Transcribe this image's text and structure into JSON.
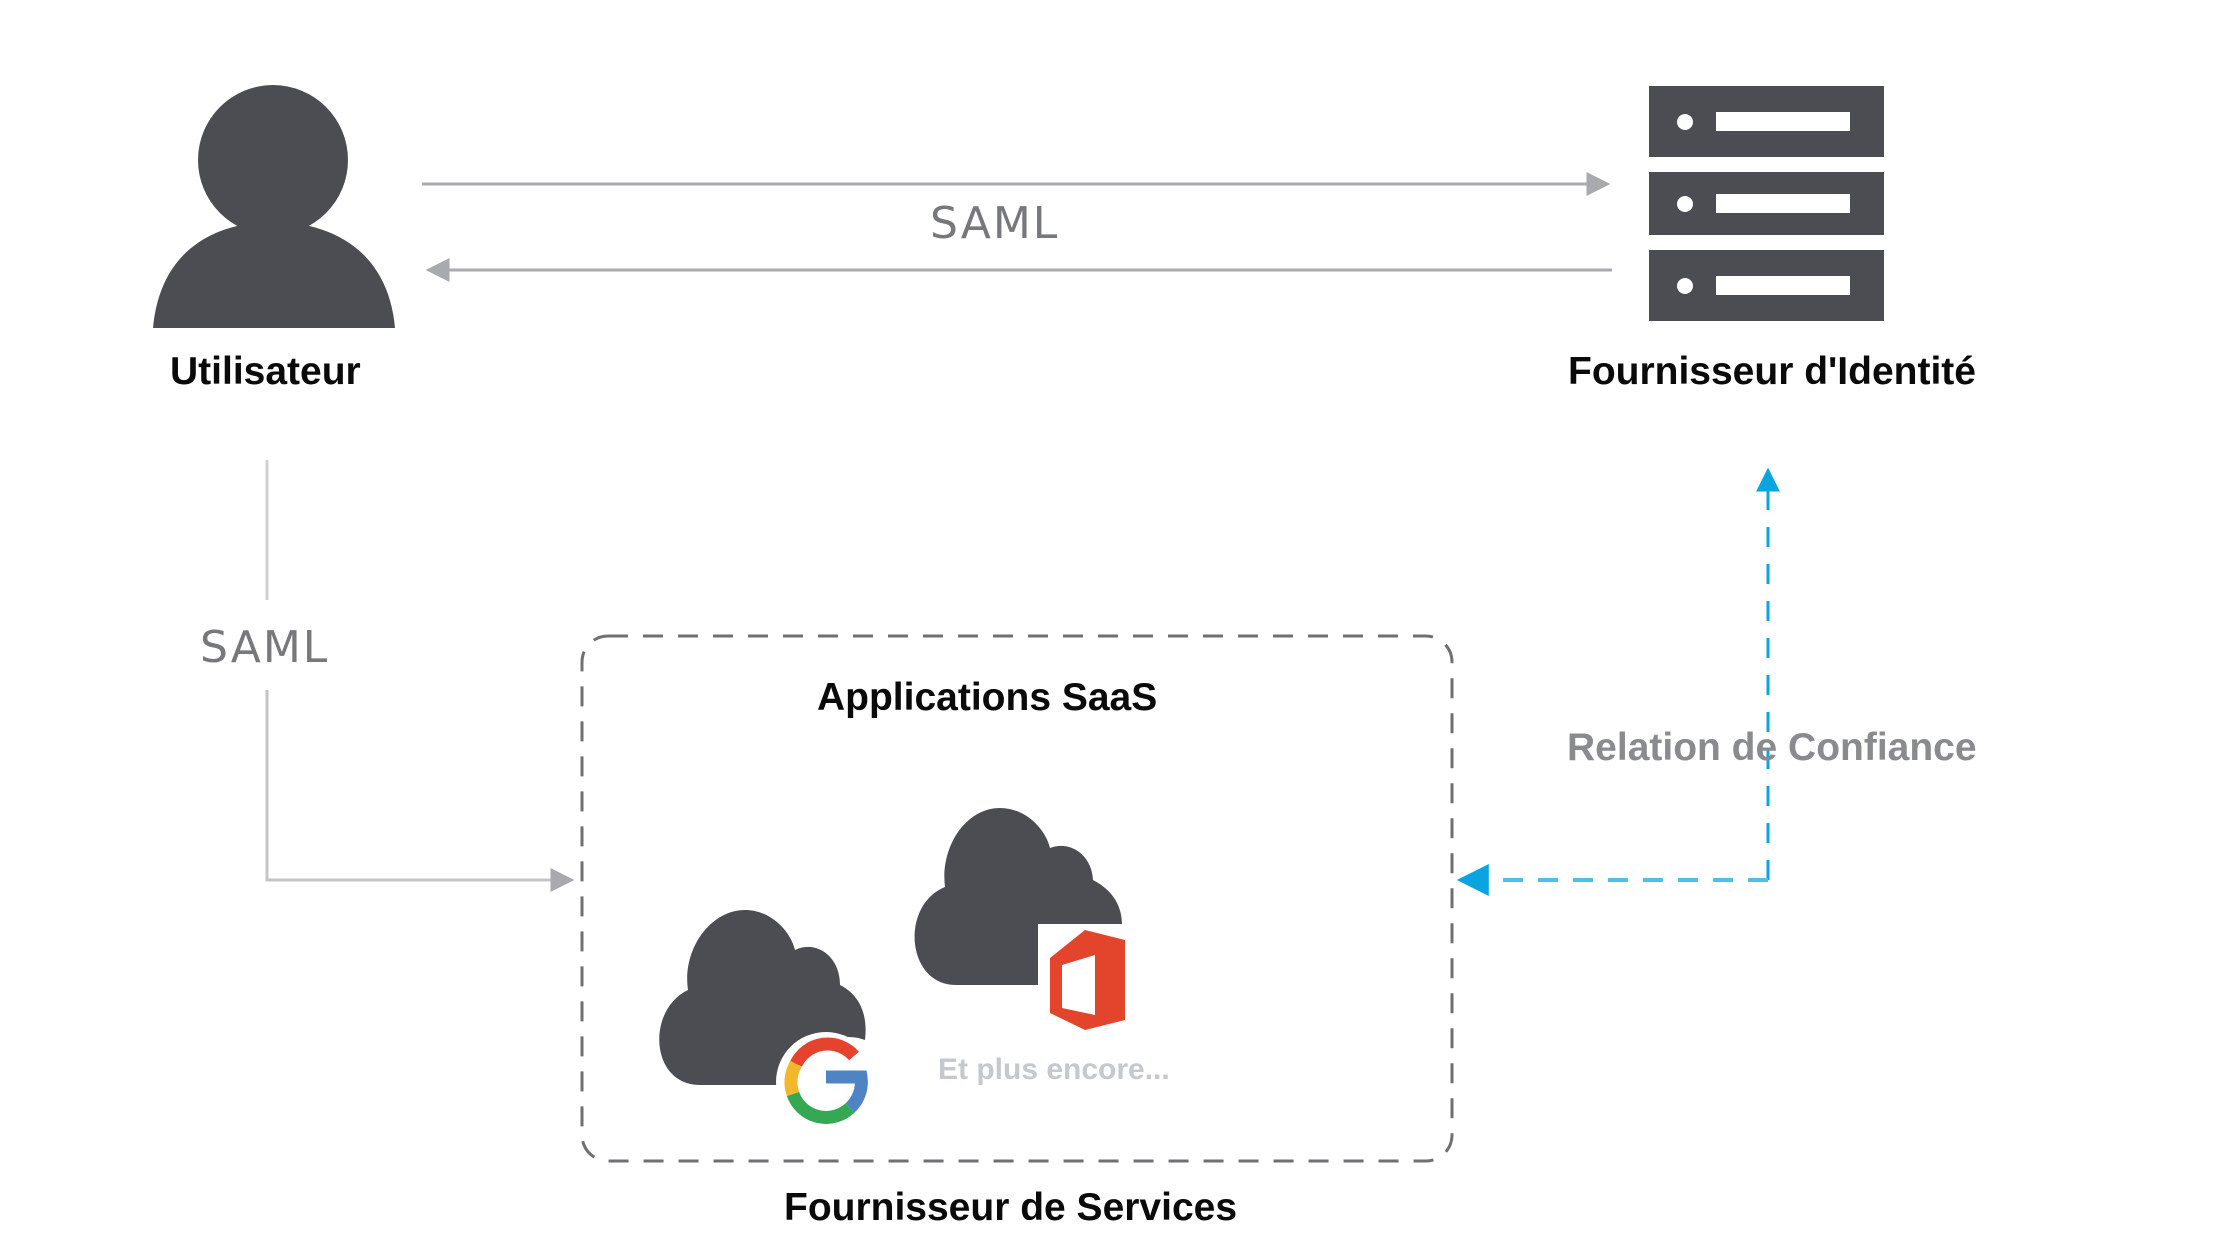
{
  "diagram": {
    "nodes": {
      "user": {
        "label": "Utilisateur",
        "icon": "person-icon"
      },
      "identity_provider": {
        "label": "Fournisseur d'Identité",
        "icon": "server-stack-icon"
      },
      "service_provider": {
        "label": "Fournisseur de Services",
        "group_title": "Applications SaaS",
        "apps": [
          {
            "name": "Google",
            "icon": "google-cloud-icon"
          },
          {
            "name": "Office",
            "icon": "office-cloud-icon"
          }
        ],
        "more_label": "Et plus encore..."
      }
    },
    "edges": {
      "user_idp": {
        "label": "SAML",
        "direction": "bidirectional"
      },
      "user_sp": {
        "label": "SAML",
        "direction": "user-to-service-provider"
      },
      "trust": {
        "label": "Relation de Confiance",
        "direction": "bidirectional",
        "style": "dashed"
      }
    },
    "colors": {
      "icon_dark": "#4c4c53",
      "arrow_gray": "#a9aaad",
      "trust_blue": "#0aa5e0",
      "box_dash": "#6f6f74",
      "office_red": "#e2452b",
      "google_red": "#e6432f",
      "google_yellow": "#f2b72a",
      "google_green": "#35a853",
      "google_blue": "#4f84c4"
    }
  }
}
